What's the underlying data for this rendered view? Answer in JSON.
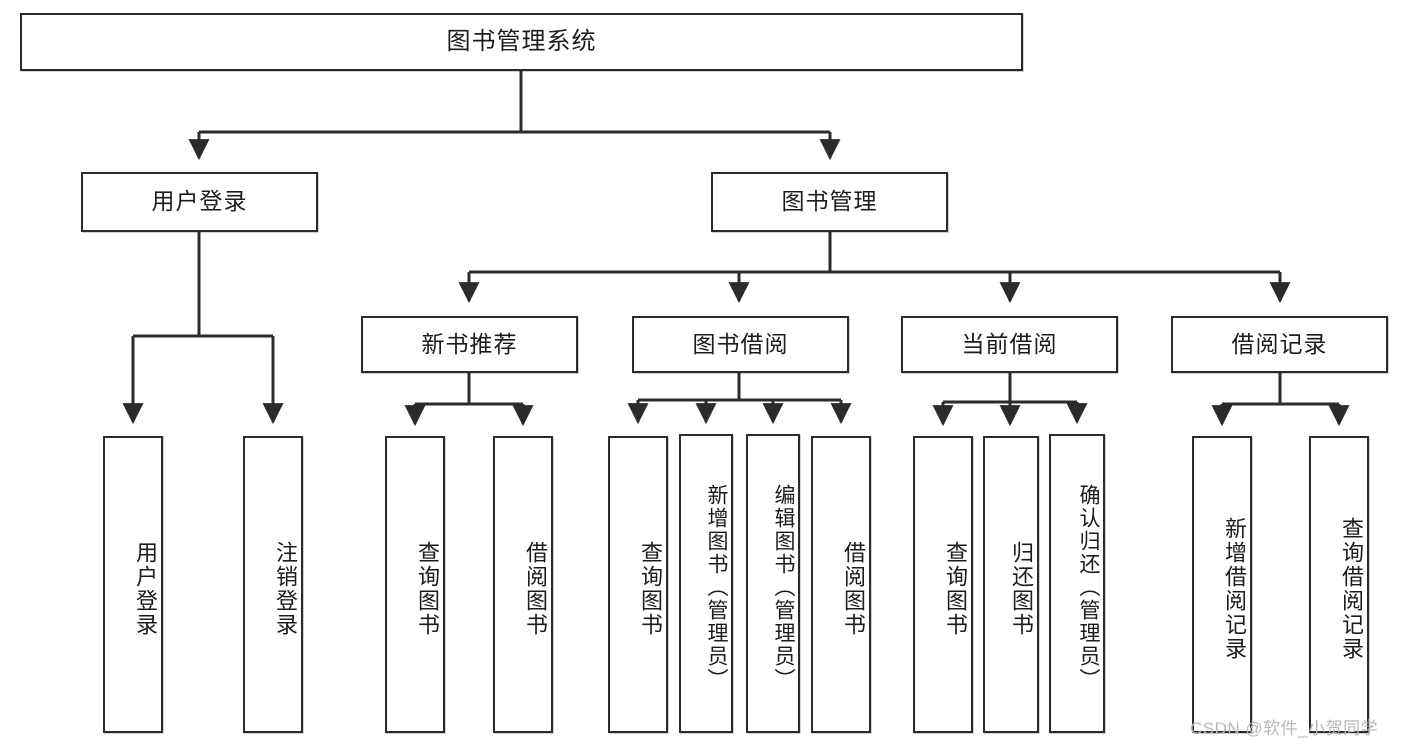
{
  "diagram": {
    "type": "tree-hierarchy",
    "title": "图书管理系统",
    "root": {
      "id": "root",
      "label": "图书管理系统",
      "level": 0
    },
    "level1": [
      {
        "id": "user-login",
        "label": "用户登录"
      },
      {
        "id": "book-manage",
        "label": "图书管理"
      }
    ],
    "level2": [
      {
        "id": "new-book-recommend",
        "label": "新书推荐",
        "parent": "book-manage"
      },
      {
        "id": "book-borrow",
        "label": "图书借阅",
        "parent": "book-manage"
      },
      {
        "id": "current-borrow",
        "label": "当前借阅",
        "parent": "book-manage"
      },
      {
        "id": "borrow-record",
        "label": "借阅记录",
        "parent": "book-manage"
      }
    ],
    "leaves": [
      {
        "id": "leaf-user-login",
        "label": "用户登录",
        "parent": "user-login"
      },
      {
        "id": "leaf-logout-login",
        "label": "注销登录",
        "parent": "user-login"
      },
      {
        "id": "leaf-query-book-1",
        "label": "查询图书",
        "parent": "new-book-recommend"
      },
      {
        "id": "leaf-borrow-book-1",
        "label": "借阅图书",
        "parent": "new-book-recommend"
      },
      {
        "id": "leaf-query-book-2",
        "label": "查询图书",
        "parent": "book-borrow"
      },
      {
        "id": "leaf-add-book",
        "label": "新增图书（管理员）",
        "parent": "book-borrow"
      },
      {
        "id": "leaf-edit-book",
        "label": "编辑图书（管理员）",
        "parent": "book-borrow"
      },
      {
        "id": "leaf-borrow-book-2",
        "label": "借阅图书",
        "parent": "book-borrow"
      },
      {
        "id": "leaf-query-book-3",
        "label": "查询图书",
        "parent": "current-borrow"
      },
      {
        "id": "leaf-return-book",
        "label": "归还图书",
        "parent": "current-borrow"
      },
      {
        "id": "leaf-confirm-return",
        "label": "确认归还（管理员）",
        "parent": "current-borrow"
      },
      {
        "id": "leaf-add-record",
        "label": "新增借阅记录",
        "parent": "borrow-record"
      },
      {
        "id": "leaf-query-record",
        "label": "查询借阅记录",
        "parent": "borrow-record"
      }
    ],
    "watermark": "CSDN @软件_小贺同学",
    "colors": {
      "stroke": "#2b2b2b",
      "fill": "#ffffff",
      "text": "#1c1c1c",
      "watermark": "#b9b9b9"
    }
  }
}
